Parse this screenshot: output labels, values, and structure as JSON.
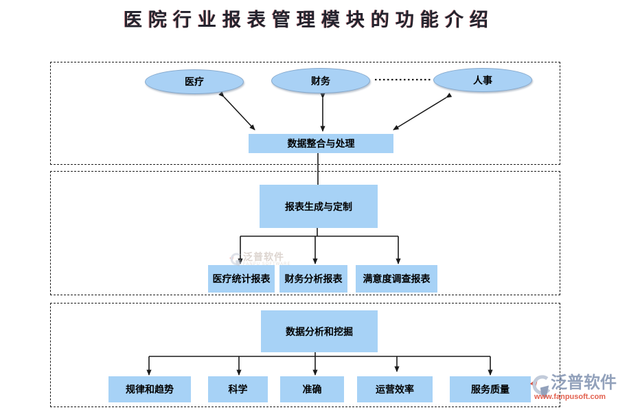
{
  "title": "医院行业报表管理模块的功能介绍",
  "sections": {
    "data_sources": {
      "ellipses": [
        {
          "label": "医疗"
        },
        {
          "label": "财务"
        },
        {
          "label": "人事"
        }
      ],
      "processor": {
        "label": "数据整合与处理"
      }
    },
    "report_generation": {
      "root": {
        "label": "报表生成与定制"
      },
      "children": [
        {
          "label": "医疗统计报表"
        },
        {
          "label": "财务分析报表"
        },
        {
          "label": "满意度调查报表"
        }
      ]
    },
    "data_analysis": {
      "root": {
        "label": "数据分析和挖掘"
      },
      "children": [
        {
          "label": "规律和趋势"
        },
        {
          "label": "科学"
        },
        {
          "label": "准确"
        },
        {
          "label": "运营效率"
        },
        {
          "label": "服务质量"
        }
      ]
    }
  },
  "watermarks": {
    "center": {
      "name": "泛普软件",
      "sub": "FANPU SOFTWARE"
    },
    "bottom_right": {
      "name": "泛普软件",
      "url": "www.fanpusoft.com"
    }
  },
  "colors": {
    "node_fill": "#a7d2f6",
    "ellipse_border": "#85a8cc",
    "line": "#1a1a1a",
    "title_text": "#23232e",
    "watermark_name": "#92a1bb",
    "watermark_url": "#e2604e"
  }
}
